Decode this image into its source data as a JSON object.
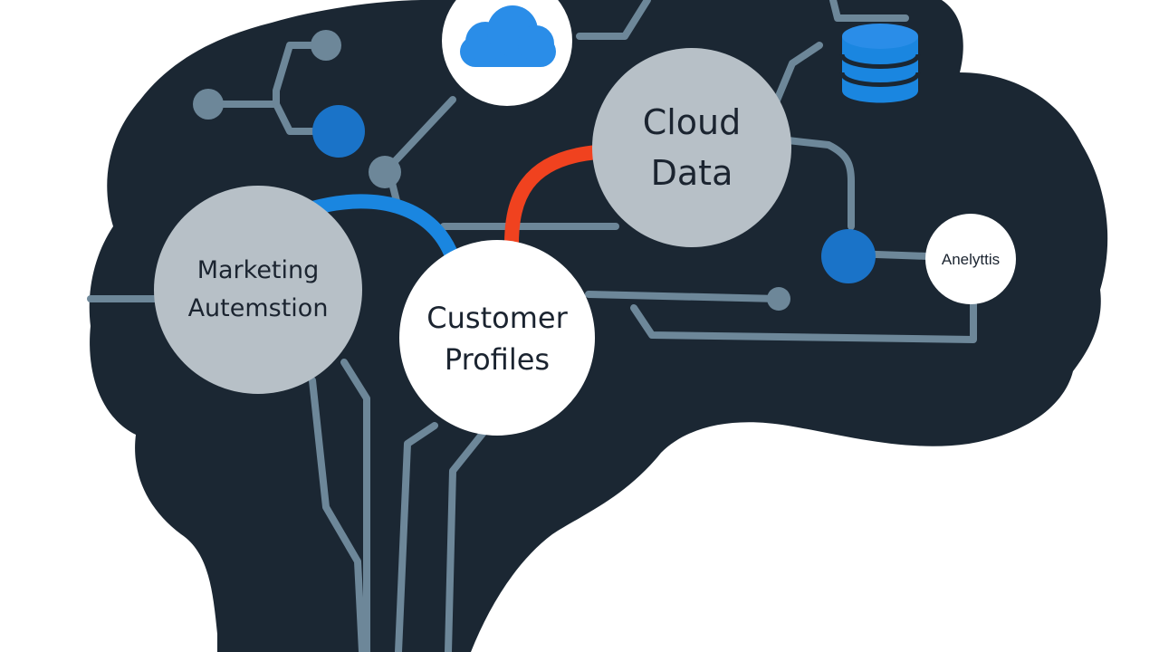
{
  "nodes": {
    "cloud_data": {
      "line1": "Cloud",
      "line2": "Data"
    },
    "marketing_automation": {
      "line1": "Marketing",
      "line2": "Autemstion"
    },
    "customer_profiles": {
      "line1": "Customer",
      "line2": "Profiles"
    },
    "analytics": {
      "label": "Anelyttis"
    }
  },
  "icons": {
    "top_node": "cloud-icon",
    "top_right": "database-icon"
  },
  "colors": {
    "brain_fill": "#1b2733",
    "node_grey": "#b7c0c7",
    "node_white": "#ffffff",
    "circuit_line": "#6d8799",
    "accent_blue": "#1a86e0",
    "accent_red": "#f0421f",
    "dot_blue": "#1a73c8"
  }
}
